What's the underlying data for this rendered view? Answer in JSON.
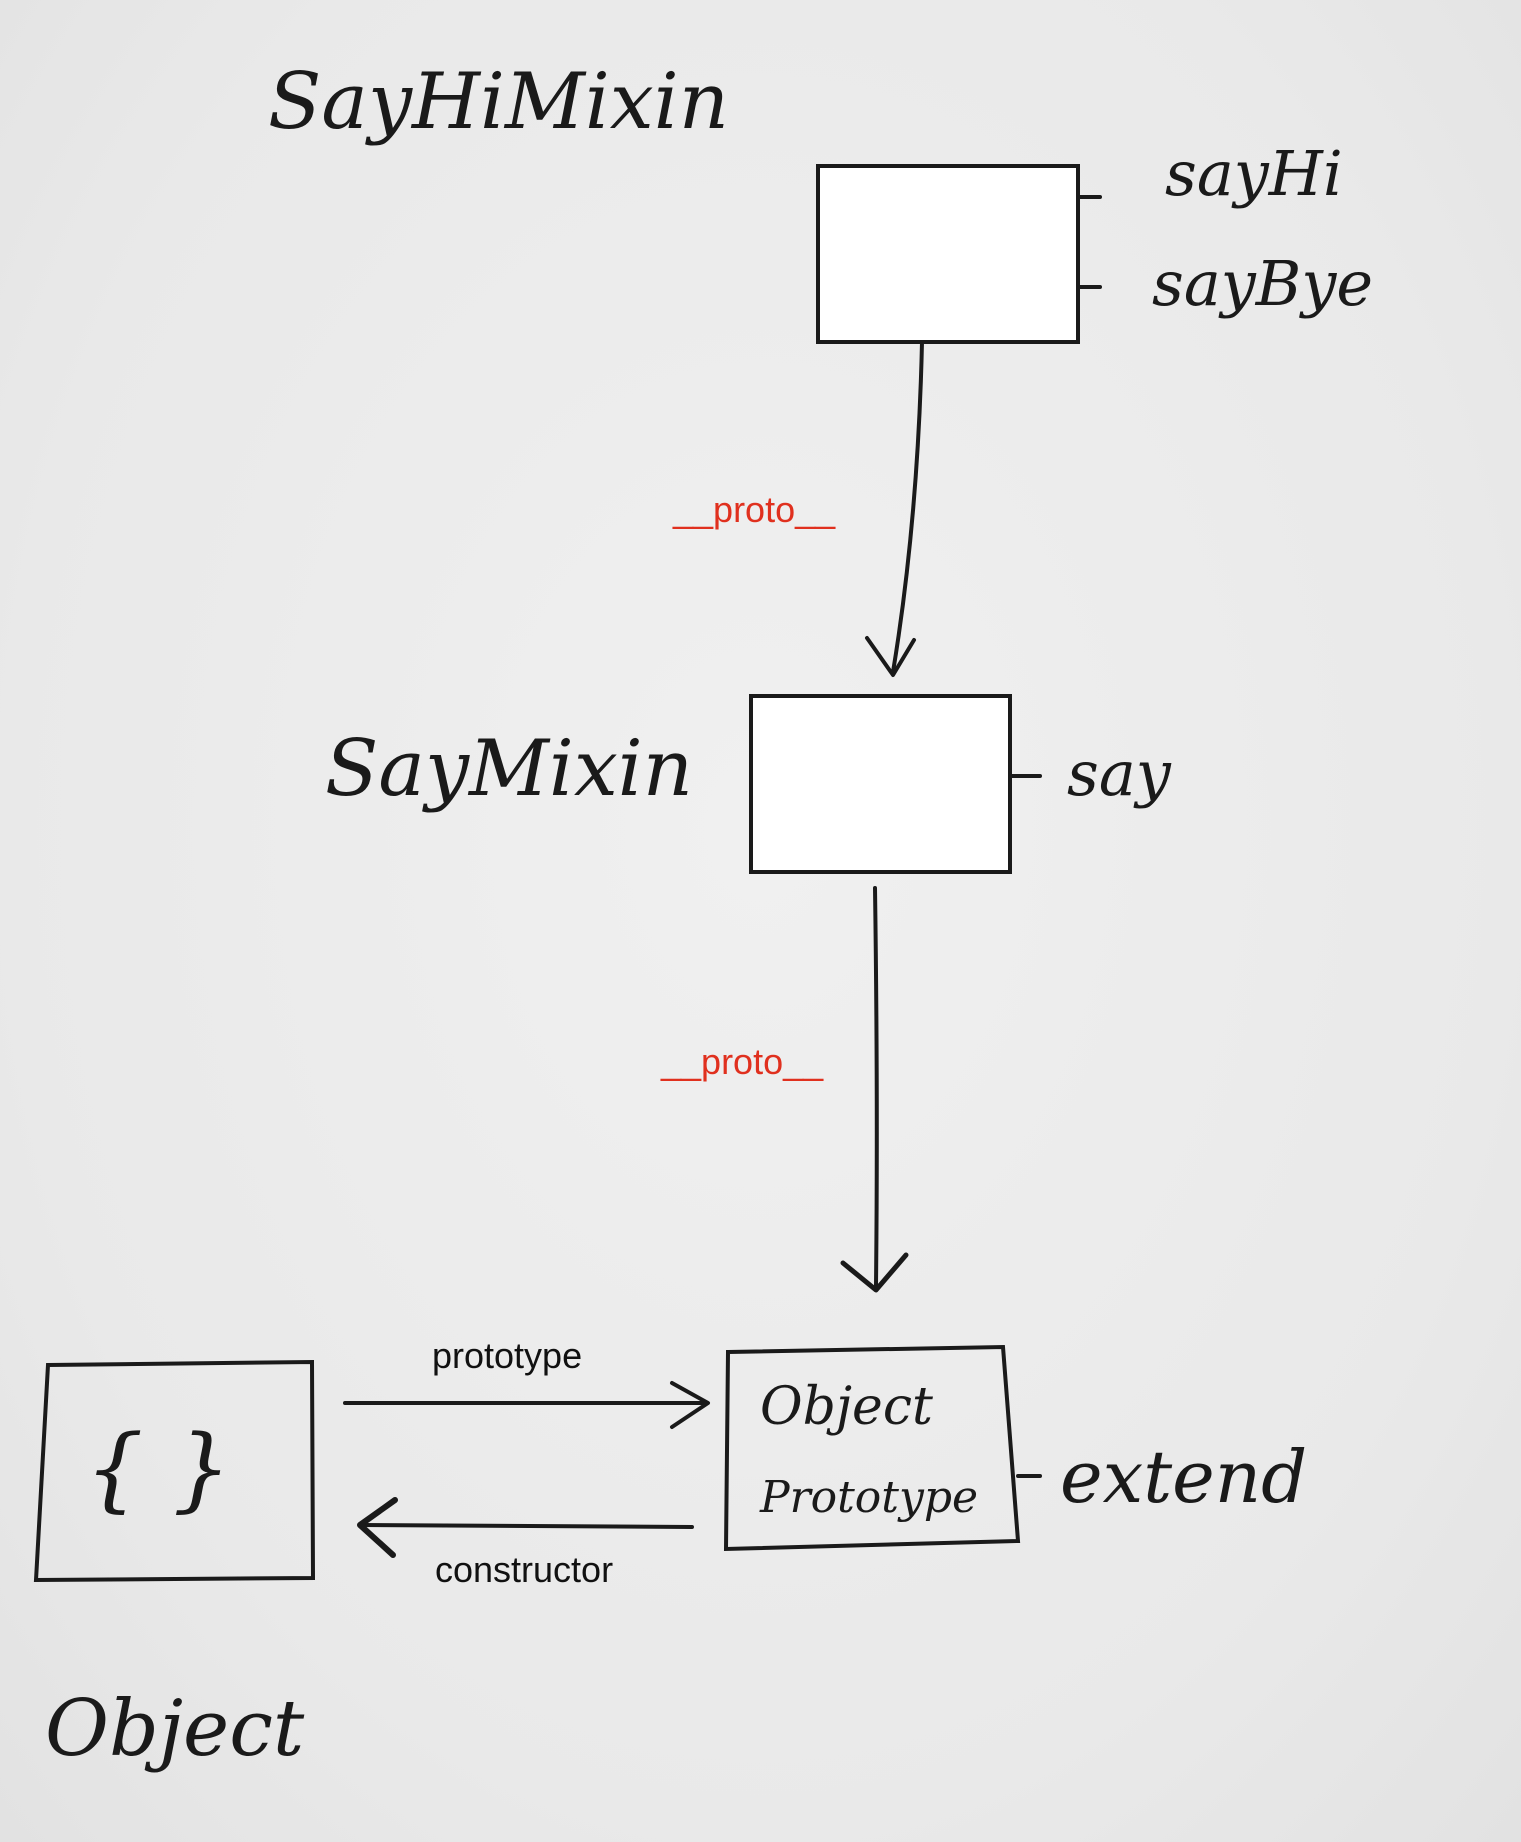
{
  "colors": {
    "ink": "#1a1a1a",
    "proto_label": "#e0301e",
    "box_fill": "#ffffff",
    "paper": "#ececec"
  },
  "nodes": {
    "say_hi_mixin": {
      "title": "SayHiMixin",
      "methods": [
        "sayHi",
        "sayBye"
      ]
    },
    "say_mixin": {
      "title": "SayMixin",
      "methods": [
        "say"
      ]
    },
    "object_prototype": {
      "line1": "Object",
      "line2": "Prototype",
      "methods": [
        "extend"
      ]
    },
    "object": {
      "content": "{ }",
      "title": "Object"
    }
  },
  "edges": {
    "proto_1": "__proto__",
    "proto_2": "__proto__",
    "prototype": "prototype",
    "constructor": "constructor"
  }
}
